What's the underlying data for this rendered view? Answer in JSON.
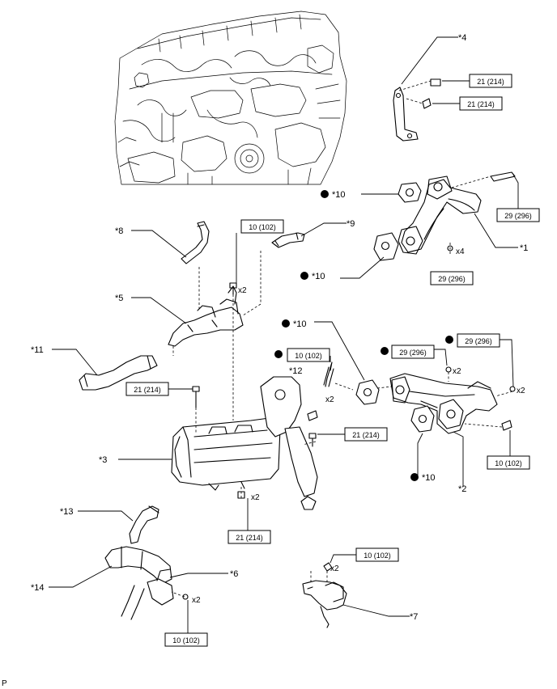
{
  "callouts": {
    "c1": "*1",
    "c2": "*2",
    "c3": "*3",
    "c4": "*4",
    "c5": "*5",
    "c6": "*6",
    "c7": "*7",
    "c8": "*8",
    "c9": "*9",
    "c10a": "*10",
    "c10b": "*10",
    "c10c": "*10",
    "c10d": "*10",
    "c11": "*11",
    "c12": "*12",
    "c13": "*13",
    "c14": "*14"
  },
  "torques": {
    "t4a": "21 (214)",
    "t4b": "21 (214)",
    "t1a": "29 (296)",
    "t1b": "29 (296)",
    "t9": "10 (102)",
    "t12": "10 (102)",
    "t2a": "29 (296)",
    "t2b": "29 (296)",
    "t3a": "21 (214)",
    "t3b": "21 (214)",
    "t2c": "10 (102)",
    "t3c": "21 (214)",
    "t7": "10 (102)",
    "t6": "10 (102)"
  },
  "quantities": {
    "q1": "x4",
    "q5": "x2",
    "q12": "x2",
    "q2a": "x2",
    "q2b": "x2",
    "q3": "x2",
    "q7": "x2",
    "q6": "x2"
  },
  "corner_mark": "P"
}
